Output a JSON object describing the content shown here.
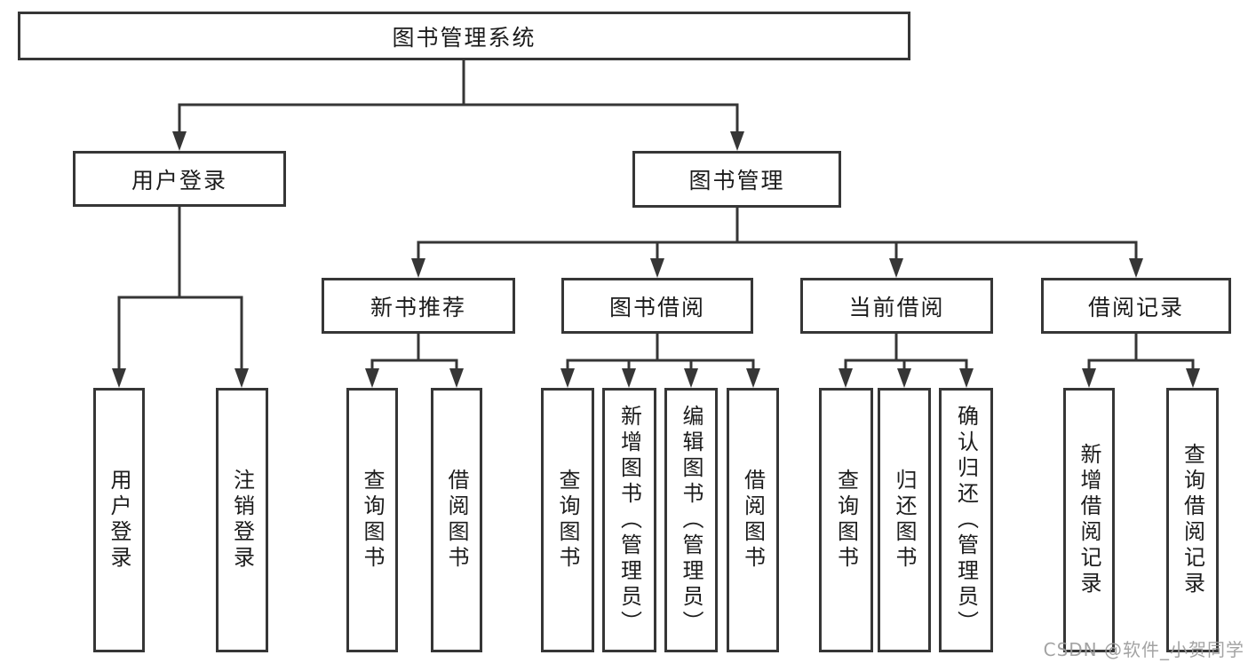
{
  "diagram": {
    "type": "tree",
    "root": {
      "label": "图书管理系统",
      "children": [
        {
          "label": "用户登录",
          "children": [
            {
              "label": "用户登录"
            },
            {
              "label": "注销登录"
            }
          ]
        },
        {
          "label": "图书管理",
          "children": [
            {
              "label": "新书推荐",
              "children": [
                {
                  "label": "查询图书"
                },
                {
                  "label": "借阅图书"
                }
              ]
            },
            {
              "label": "图书借阅",
              "children": [
                {
                  "label": "查询图书"
                },
                {
                  "label": "新增图书（管理员）"
                },
                {
                  "label": "编辑图书（管理员）"
                },
                {
                  "label": "借阅图书"
                }
              ]
            },
            {
              "label": "当前借阅",
              "children": [
                {
                  "label": "查询图书"
                },
                {
                  "label": "归还图书"
                },
                {
                  "label": "确认归还（管理员）"
                }
              ]
            },
            {
              "label": "借阅记录",
              "children": [
                {
                  "label": "新增借阅记录"
                },
                {
                  "label": "查询借阅记录"
                }
              ]
            }
          ]
        }
      ]
    }
  },
  "colors": {
    "line": "#363636",
    "box_border": "#363636",
    "text": "#1c1c1c",
    "watermark": "#9c9c9c",
    "background": "#ffffff"
  },
  "watermark": {
    "text": "CSDN @软件_小贺同学"
  }
}
